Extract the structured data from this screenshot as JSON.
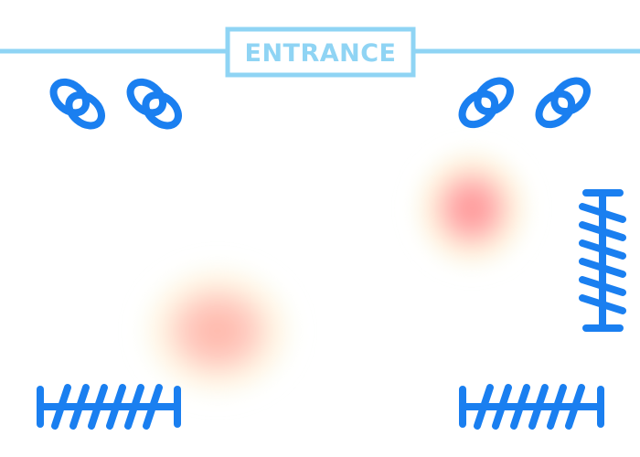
{
  "entrance": {
    "label": "ENTRANCE"
  },
  "colors": {
    "wall": "#8fd4f4",
    "fixture": "#1a7ff0",
    "heat_core": "#ff8a8a",
    "heat_mid": "#ffb3a8",
    "heat_edge": "#fff3c8",
    "heat_fringe": "#e6fbf4"
  },
  "icons": {
    "seat": "seat-pair-icon",
    "rack": "clothing-rack-icon"
  },
  "heatmap": {
    "hotspots": [
      {
        "name": "upper-right",
        "intensity": 0.9
      },
      {
        "name": "lower-left",
        "intensity": 0.7
      }
    ]
  }
}
